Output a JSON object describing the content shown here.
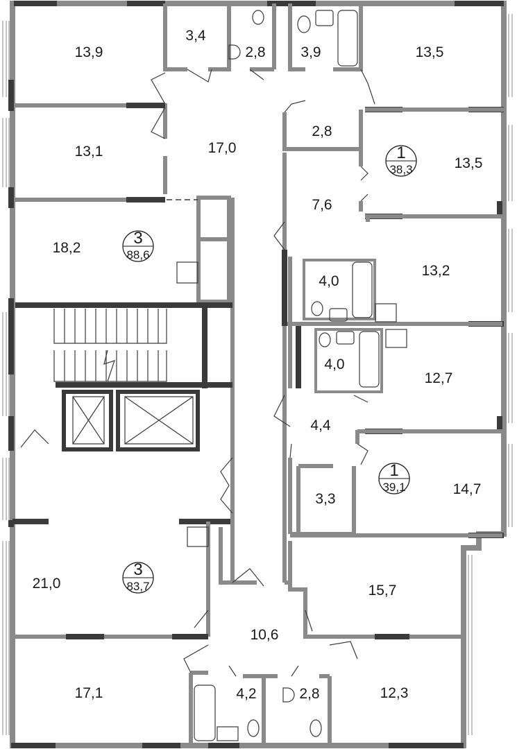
{
  "colors": {
    "wall": "#8a8a8a",
    "bearing_wall": "#3a3a3a",
    "background": "#ffffff"
  },
  "rooms": [
    "13,9",
    "3,4",
    "2,8",
    "3,9",
    "13,5",
    "13,1",
    "17,0",
    "2,8",
    "13,5",
    "7,6",
    "18,2",
    "4,0",
    "13,2",
    "4,0",
    "12,7",
    "4,4",
    "14,7",
    "3,3",
    "21,0",
    "15,7",
    "10,6",
    "17,1",
    "4,2",
    "2,8",
    "12,3"
  ],
  "apartments": [
    {
      "rooms": "1",
      "area": "38,3"
    },
    {
      "rooms": "3",
      "area": "88,6"
    },
    {
      "rooms": "1",
      "area": "39,1"
    },
    {
      "rooms": "3",
      "area": "83,7"
    }
  ]
}
